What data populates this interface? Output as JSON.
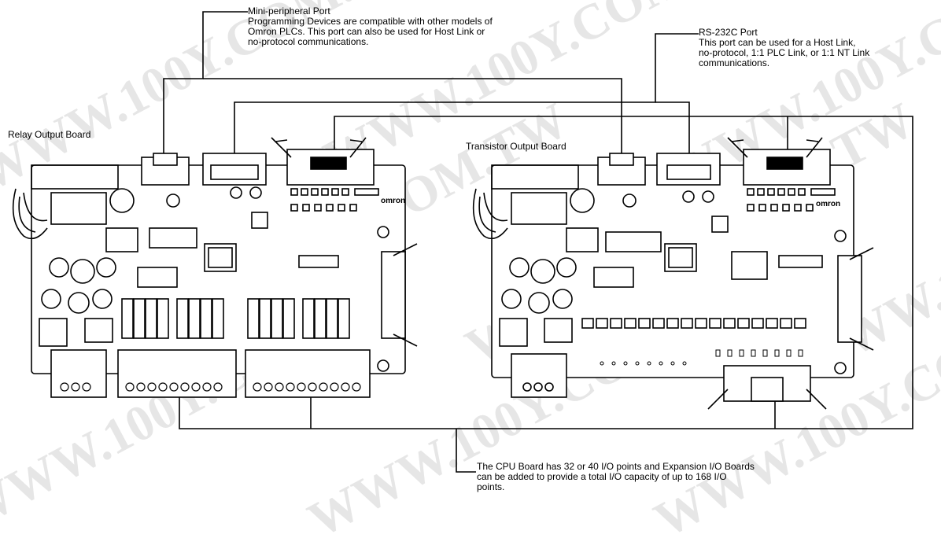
{
  "watermark": "WWW.100Y.COM.TW",
  "callouts": {
    "mini_peripheral": {
      "title": "Mini-peripheral Port",
      "lines": [
        "Programming Devices are compatible with other models of",
        "Omron PLCs. This port can also be used for Host Link or",
        "no-protocol communications."
      ]
    },
    "rs232c": {
      "title": "RS-232C Port",
      "lines": [
        "This port can be used for a Host Link,",
        "no-protocol, 1:1 PLC Link, or 1:1 NT Link",
        "communications."
      ]
    },
    "cpu_board": {
      "lines": [
        "The CPU Board has 32 or 40 I/O points and Expansion I/O Boards",
        "can be added to provide a total I/O capacity of up to 168 I/O",
        "points."
      ]
    }
  },
  "boards": {
    "relay": {
      "label": "Relay Output Board",
      "brand": "omron"
    },
    "transistor": {
      "label": "Transistor Output Board",
      "brand": "omron"
    }
  }
}
